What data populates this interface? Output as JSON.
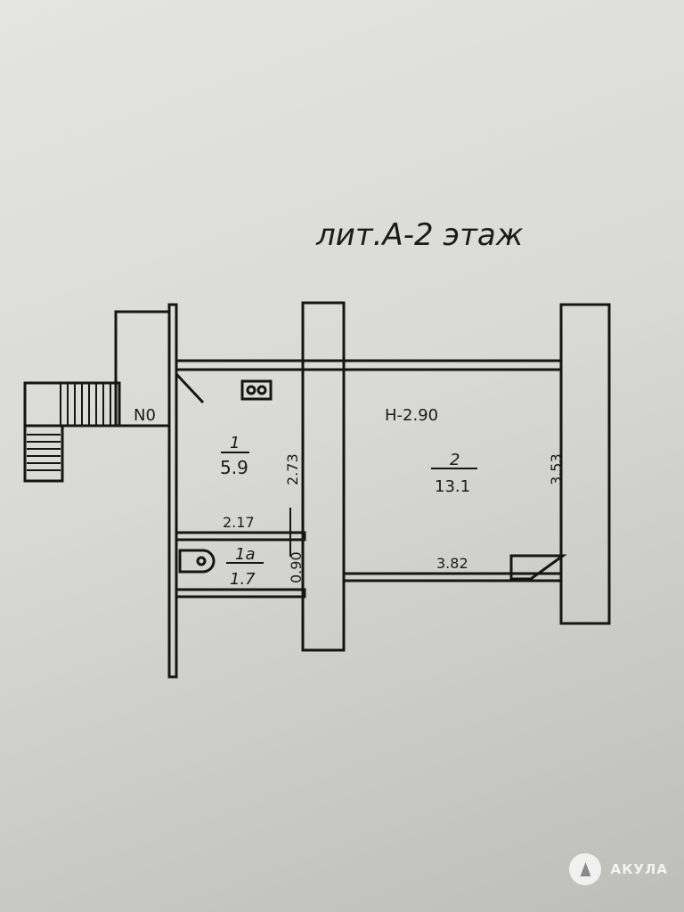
{
  "title": "лит.А-2 этаж",
  "height_label": "Н-2.90",
  "entrance_label": "N0",
  "rooms": [
    {
      "number": "1",
      "area": "5.9"
    },
    {
      "number": "2",
      "area": "13.1"
    },
    {
      "number": "1а",
      "area": "1.7"
    }
  ],
  "dimensions": {
    "room1_height": "2.73",
    "room1_width": "2.17",
    "room1a_height": "0.90",
    "room2_height": "3.53",
    "room2_width": "3.82"
  },
  "watermark": "АКУЛА"
}
